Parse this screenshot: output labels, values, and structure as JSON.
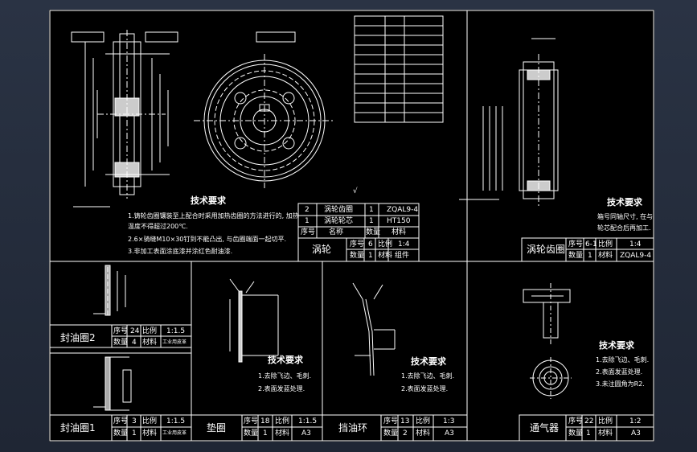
{
  "worm_wheel_assembly": {
    "tech_title": "技术要求",
    "notes": [
      "1.铸轮齿圈镶装至上配合时采用加热齿圈的方法进行的, 加热",
      "温度不得超过200℃.",
      "2.6×骑缝M10×30钉到不能凸出, 与齿圈端面一起切平.",
      "3.非加工表面涂底漆并涂红色耐油漆."
    ],
    "roughness": "√",
    "parts_table": [
      {
        "seq": "2",
        "name": "涡轮齿圈",
        "qty": "1",
        "material": "ZQAL9-4"
      },
      {
        "seq": "1",
        "name": "涡轮轮芯",
        "qty": "1",
        "material": "HT150"
      }
    ],
    "parts_header": {
      "seq": "序号",
      "name": "名称",
      "qty": "数量",
      "material": "材料"
    },
    "title_block": {
      "name": "涡轮",
      "seq_label": "序号",
      "seq": "6",
      "scale_label": "比例",
      "scale": "1:4",
      "qty_label": "数量",
      "qty": "1",
      "mat_label": "材料",
      "material": "组件"
    }
  },
  "worm_ring": {
    "tech_title": "技术要求",
    "notes": [
      "箱号同轴尺寸, 在与",
      "轮芯配合后再加工."
    ],
    "title_block": {
      "name": "涡轮齿圈",
      "seq_label": "序号",
      "seq": "6-1",
      "scale_label": "比例",
      "scale": "1:4",
      "qty_label": "数量",
      "qty": "1",
      "mat_label": "材料",
      "material": "ZQAL9-4"
    }
  },
  "seal2": {
    "title_block": {
      "name": "封油圈2",
      "seq_label": "序号",
      "seq": "24",
      "scale_label": "比例",
      "scale": "1:1.5",
      "qty_label": "数量",
      "qty": "4",
      "mat_label": "材料",
      "material": "工业用皮革"
    }
  },
  "seal1": {
    "title_block": {
      "name": "封油圈1",
      "seq_label": "序号",
      "seq": "3",
      "scale_label": "比例",
      "scale": "1:1.5",
      "qty_label": "数量",
      "qty": "1",
      "mat_label": "材料",
      "material": "工业用皮革"
    }
  },
  "washer": {
    "tech_title": "技术要求",
    "notes": [
      "1.去除飞边、毛刺.",
      "2.表面发蓝处理."
    ],
    "title_block": {
      "name": "垫圈",
      "seq_label": "序号",
      "seq": "18",
      "scale_label": "比例",
      "scale": "1:1.5",
      "qty_label": "数量",
      "qty": "1",
      "mat_label": "材料",
      "material": "A3"
    }
  },
  "oil_ring": {
    "tech_title": "技术要求",
    "notes": [
      "1.去除飞边、毛刺.",
      "2.表面发蓝处理."
    ],
    "title_block": {
      "name": "挡油环",
      "seq_label": "序号",
      "seq": "13",
      "scale_label": "比例",
      "scale": "1:3",
      "qty_label": "数量",
      "qty": "2",
      "mat_label": "材料",
      "material": "A3"
    }
  },
  "vent": {
    "tech_title": "技术要求",
    "notes": [
      "1.去除飞边、毛刺.",
      "2.表面发蓝处理.",
      "3.未注圆角为R2."
    ],
    "title_block": {
      "name": "通气器",
      "seq_label": "序号",
      "seq": "22",
      "scale_label": "比例",
      "scale": "1:2",
      "qty_label": "数量",
      "qty": "1",
      "mat_label": "材料",
      "material": "A3"
    }
  },
  "colors": {
    "sheet": "#000000",
    "line": "#ffffff",
    "dim": "#e8e8e8",
    "background": "#2a3344"
  }
}
